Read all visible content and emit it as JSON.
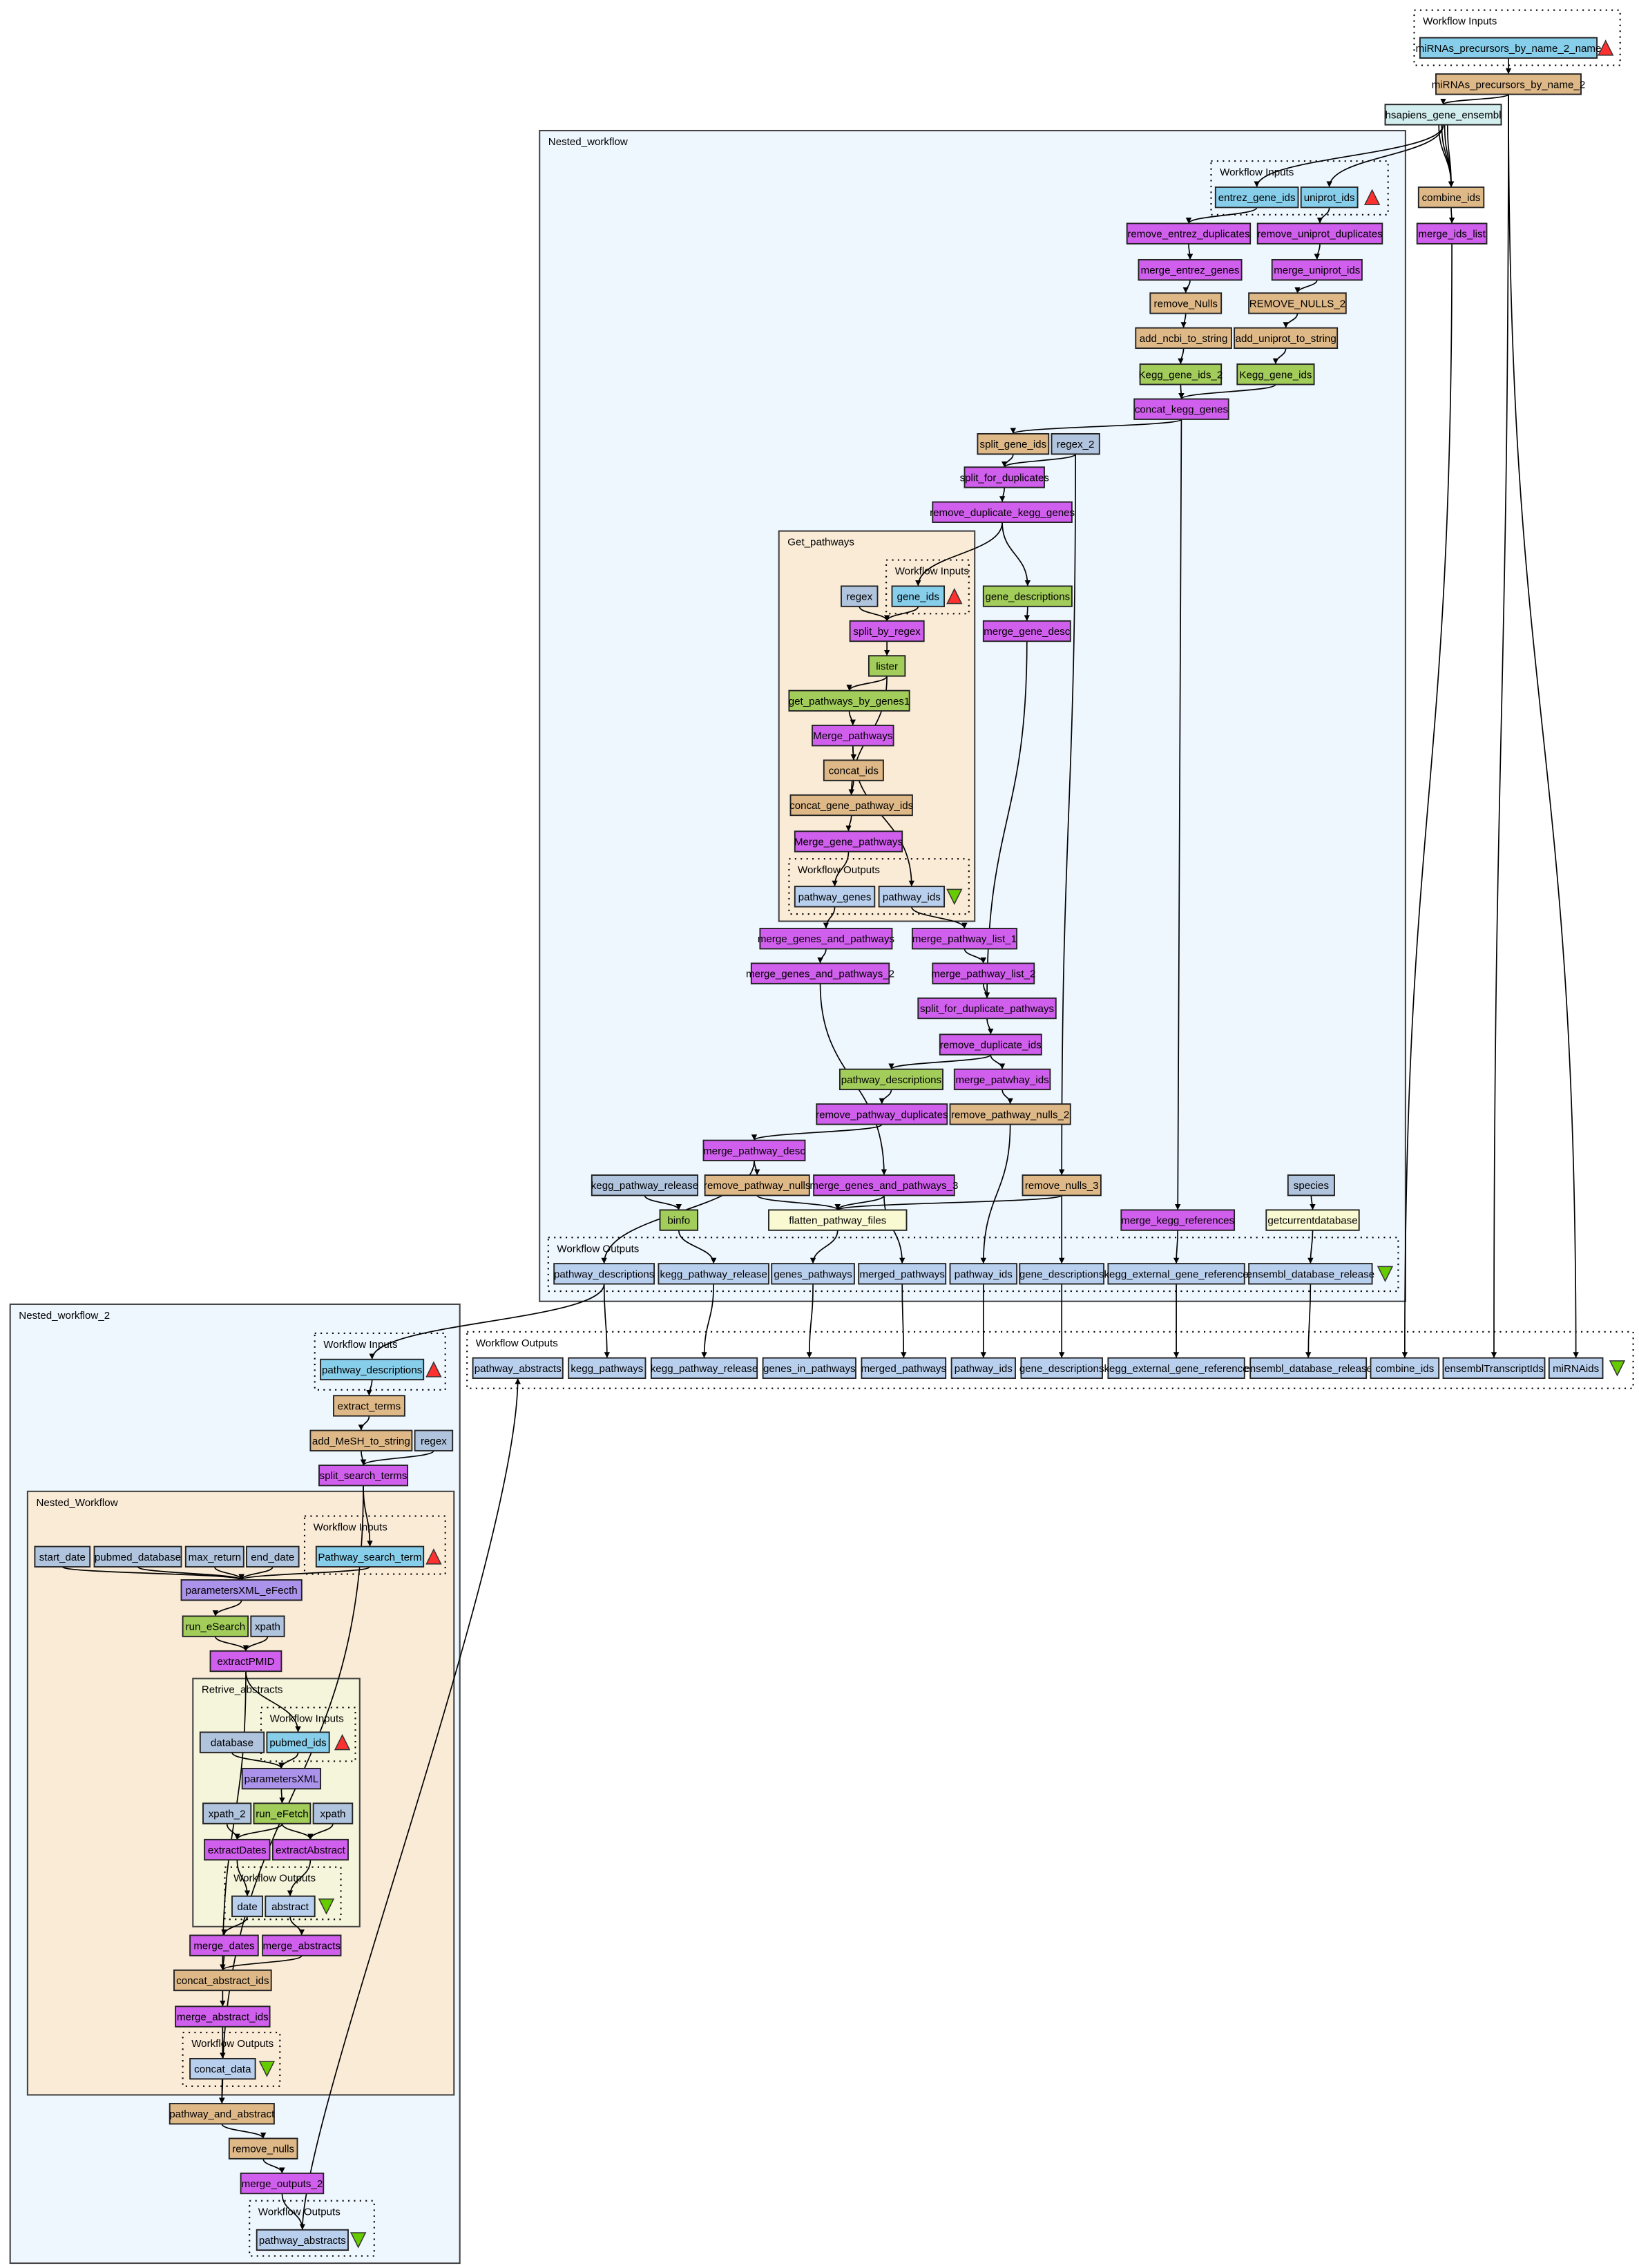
{
  "colors": {
    "input": "#87ceeb",
    "beanshell": "#deb887",
    "local": "#d15fee",
    "wsdl": "#a2cd5a",
    "constant": "#b0c4de",
    "output": "#b9cfee",
    "biomart": "#d2eeee",
    "rshell": "#fafad2",
    "xmlsplit": "#ab92ea",
    "nested_bg": "#eef6fe",
    "inner_bg": "#faebd7",
    "retrieve_bg": "#f5f5dc",
    "input_marker": "#ff3030",
    "output_marker": "#66cc00"
  },
  "clusters": [
    {
      "id": "top_in",
      "label": "Workflow Inputs"
    },
    {
      "id": "nw",
      "label": "Nested_workflow"
    },
    {
      "id": "nw_in",
      "label": "Workflow Inputs"
    },
    {
      "id": "gp",
      "label": "Get_pathways"
    },
    {
      "id": "gp_in",
      "label": "Workflow Inputs"
    },
    {
      "id": "gp_out",
      "label": "Workflow Outputs"
    },
    {
      "id": "nw_out",
      "label": "Workflow Outputs"
    },
    {
      "id": "top_out",
      "label": "Workflow Outputs"
    },
    {
      "id": "nw2",
      "label": "Nested_workflow_2"
    },
    {
      "id": "nw2_in",
      "label": "Workflow Inputs"
    },
    {
      "id": "nwf",
      "label": "Nested_Workflow"
    },
    {
      "id": "nwf_in",
      "label": "Workflow Inputs"
    },
    {
      "id": "ra",
      "label": "Retrive_abstracts"
    },
    {
      "id": "ra_in",
      "label": "Workflow Inputs"
    },
    {
      "id": "ra_out",
      "label": "Workflow Outputs"
    },
    {
      "id": "nwf_out",
      "label": "Workflow Outputs"
    },
    {
      "id": "nw2_out",
      "label": "Workflow Outputs"
    }
  ],
  "nodes": [
    {
      "id": "mirna_name",
      "label": "miRNAs_precursors_by_name_2_name",
      "kind": "input"
    },
    {
      "id": "mirna",
      "label": "miRNAs_precursors_by_name_2",
      "kind": "beanshell"
    },
    {
      "id": "hsap",
      "label": "hsapiens_gene_ensembl",
      "kind": "biomart"
    },
    {
      "id": "entrez",
      "label": "entrez_gene_ids",
      "kind": "input"
    },
    {
      "id": "uniprot",
      "label": "uniprot_ids",
      "kind": "input"
    },
    {
      "id": "combine",
      "label": "combine_ids",
      "kind": "beanshell"
    },
    {
      "id": "red",
      "label": "remove_entrez_duplicates",
      "kind": "local"
    },
    {
      "id": "rud",
      "label": "remove_uniprot_duplicates",
      "kind": "local"
    },
    {
      "id": "mil",
      "label": "merge_ids_list",
      "kind": "local"
    },
    {
      "id": "meg",
      "label": "merge_entrez_genes",
      "kind": "local"
    },
    {
      "id": "mui",
      "label": "merge_uniprot_ids",
      "kind": "local"
    },
    {
      "id": "rn",
      "label": "remove_Nulls",
      "kind": "beanshell"
    },
    {
      "id": "rn2",
      "label": "REMOVE_NULLS_2",
      "kind": "beanshell"
    },
    {
      "id": "ancbi",
      "label": "add_ncbi_to_string",
      "kind": "beanshell"
    },
    {
      "id": "auni",
      "label": "add_uniprot_to_string",
      "kind": "beanshell"
    },
    {
      "id": "kgi2",
      "label": "Kegg_gene_ids_2",
      "kind": "wsdl"
    },
    {
      "id": "kgi",
      "label": "Kegg_gene_ids",
      "kind": "wsdl"
    },
    {
      "id": "ckg",
      "label": "concat_kegg_genes",
      "kind": "local"
    },
    {
      "id": "sgi",
      "label": "split_gene_ids",
      "kind": "beanshell"
    },
    {
      "id": "regex2",
      "label": "regex_2",
      "kind": "constant"
    },
    {
      "id": "sfd",
      "label": "split_for_duplicates",
      "kind": "local"
    },
    {
      "id": "rdkg",
      "label": "remove_duplicate_kegg_genes",
      "kind": "local"
    },
    {
      "id": "regex_gp",
      "label": "regex",
      "kind": "constant"
    },
    {
      "id": "gene_ids",
      "label": "gene_ids",
      "kind": "input"
    },
    {
      "id": "gdesc",
      "label": "gene_descriptions",
      "kind": "wsdl"
    },
    {
      "id": "sbr",
      "label": "split_by_regex",
      "kind": "local"
    },
    {
      "id": "mgd",
      "label": "merge_gene_desc",
      "kind": "local"
    },
    {
      "id": "lister",
      "label": "lister",
      "kind": "wsdl"
    },
    {
      "id": "gpbg",
      "label": "get_pathways_by_genes1",
      "kind": "wsdl"
    },
    {
      "id": "mp",
      "label": "Merge_pathways",
      "kind": "local"
    },
    {
      "id": "cids",
      "label": "concat_ids",
      "kind": "beanshell"
    },
    {
      "id": "cgpi",
      "label": "concat_gene_pathway_ids",
      "kind": "beanshell"
    },
    {
      "id": "mgp",
      "label": "Merge_gene_pathways",
      "kind": "local"
    },
    {
      "id": "gp_pg",
      "label": "pathway_genes",
      "kind": "output"
    },
    {
      "id": "gp_pi",
      "label": "pathway_ids",
      "kind": "output"
    },
    {
      "id": "mgap",
      "label": "merge_genes_and_pathways",
      "kind": "local"
    },
    {
      "id": "mpl1",
      "label": "merge_pathway_list_1",
      "kind": "local"
    },
    {
      "id": "mgap2",
      "label": "merge_genes_and_pathways_2",
      "kind": "local"
    },
    {
      "id": "mpl2",
      "label": "merge_pathway_list_2",
      "kind": "local"
    },
    {
      "id": "sfdp",
      "label": "split_for_duplicate_pathways",
      "kind": "local"
    },
    {
      "id": "rdi",
      "label": "remove_duplicate_ids",
      "kind": "local"
    },
    {
      "id": "pdesc",
      "label": "pathway_descriptions",
      "kind": "wsdl"
    },
    {
      "id": "mpi",
      "label": "merge_patwhay_ids",
      "kind": "local"
    },
    {
      "id": "rpd",
      "label": "remove_pathway_duplicates",
      "kind": "local"
    },
    {
      "id": "rpn2",
      "label": "remove_pathway_nulls_2",
      "kind": "beanshell"
    },
    {
      "id": "mpd",
      "label": "merge_pathway_desc",
      "kind": "local"
    },
    {
      "id": "kpr",
      "label": "kegg_pathway_release",
      "kind": "constant"
    },
    {
      "id": "rpn",
      "label": "remove_pathway_nulls",
      "kind": "beanshell"
    },
    {
      "id": "mgap3",
      "label": "merge_genes_and_pathways_3",
      "kind": "local"
    },
    {
      "id": "rn3",
      "label": "remove_nulls_3",
      "kind": "beanshell"
    },
    {
      "id": "species",
      "label": "species",
      "kind": "constant"
    },
    {
      "id": "binfo",
      "label": "binfo",
      "kind": "wsdl"
    },
    {
      "id": "fpf",
      "label": "flatten_pathway_files",
      "kind": "rshell"
    },
    {
      "id": "mkr",
      "label": "merge_kegg_references",
      "kind": "local"
    },
    {
      "id": "gcd",
      "label": "getcurrentdatabase",
      "kind": "rshell"
    },
    {
      "id": "no_pd",
      "label": "pathway_descriptions",
      "kind": "output"
    },
    {
      "id": "no_kpr",
      "label": "kegg_pathway_release",
      "kind": "output"
    },
    {
      "id": "no_gp",
      "label": "genes_pathways",
      "kind": "output"
    },
    {
      "id": "no_mp",
      "label": "merged_pathways",
      "kind": "output"
    },
    {
      "id": "no_pi",
      "label": "pathway_ids",
      "kind": "output"
    },
    {
      "id": "no_gd",
      "label": "gene_descriptions",
      "kind": "output"
    },
    {
      "id": "no_ker",
      "label": "kegg_external_gene_reference",
      "kind": "output"
    },
    {
      "id": "no_edr",
      "label": "ensembl_database_release",
      "kind": "output"
    },
    {
      "id": "to_pa",
      "label": "pathway_abstracts",
      "kind": "output"
    },
    {
      "id": "to_kp",
      "label": "kegg_pathways",
      "kind": "output"
    },
    {
      "id": "to_kpr",
      "label": "kegg_pathway_release",
      "kind": "output"
    },
    {
      "id": "to_gip",
      "label": "genes_in_pathways",
      "kind": "output"
    },
    {
      "id": "to_mp",
      "label": "merged_pathways",
      "kind": "output"
    },
    {
      "id": "to_pi",
      "label": "pathway_ids",
      "kind": "output"
    },
    {
      "id": "to_gd",
      "label": "gene_descriptions",
      "kind": "output"
    },
    {
      "id": "to_ker",
      "label": "kegg_external_gene_reference",
      "kind": "output"
    },
    {
      "id": "to_edr",
      "label": "ensembl_database_release",
      "kind": "output"
    },
    {
      "id": "to_ci",
      "label": "combine_ids",
      "kind": "output"
    },
    {
      "id": "to_eti",
      "label": "ensemblTranscriptIds",
      "kind": "output"
    },
    {
      "id": "to_mi",
      "label": "miRNAids",
      "kind": "output"
    },
    {
      "id": "n2_pd",
      "label": "pathway_descriptions",
      "kind": "input"
    },
    {
      "id": "et",
      "label": "extract_terms",
      "kind": "beanshell"
    },
    {
      "id": "ames",
      "label": "add_MeSH_to_string",
      "kind": "beanshell"
    },
    {
      "id": "regex_n2",
      "label": "regex",
      "kind": "constant"
    },
    {
      "id": "sst",
      "label": "split_search_terms",
      "kind": "local"
    },
    {
      "id": "pst",
      "label": "Pathway_search_term",
      "kind": "input"
    },
    {
      "id": "sd",
      "label": "start_date",
      "kind": "constant"
    },
    {
      "id": "pdb",
      "label": "pubmed_database",
      "kind": "constant"
    },
    {
      "id": "mr",
      "label": "max_return",
      "kind": "constant"
    },
    {
      "id": "ed",
      "label": "end_date",
      "kind": "constant"
    },
    {
      "id": "pxe",
      "label": "parametersXML_eFecth",
      "kind": "xmlsplit"
    },
    {
      "id": "res",
      "label": "run_eSearch",
      "kind": "wsdl"
    },
    {
      "id": "xp1",
      "label": "xpath",
      "kind": "constant"
    },
    {
      "id": "epmid",
      "label": "extractPMID",
      "kind": "local"
    },
    {
      "id": "db",
      "label": "database",
      "kind": "constant"
    },
    {
      "id": "pmids",
      "label": "pubmed_ids",
      "kind": "input"
    },
    {
      "id": "px",
      "label": "parametersXML",
      "kind": "xmlsplit"
    },
    {
      "id": "xp2",
      "label": "xpath_2",
      "kind": "constant"
    },
    {
      "id": "ref",
      "label": "run_eFetch",
      "kind": "wsdl"
    },
    {
      "id": "xp3",
      "label": "xpath",
      "kind": "constant"
    },
    {
      "id": "edates",
      "label": "extractDates",
      "kind": "local"
    },
    {
      "id": "eabs",
      "label": "extractAbstract",
      "kind": "local"
    },
    {
      "id": "date",
      "label": "date",
      "kind": "output"
    },
    {
      "id": "abstract",
      "label": "abstract",
      "kind": "output"
    },
    {
      "id": "mdates",
      "label": "merge_dates",
      "kind": "local"
    },
    {
      "id": "mabs",
      "label": "merge_abstracts",
      "kind": "local"
    },
    {
      "id": "cai",
      "label": "concat_abstract_ids",
      "kind": "beanshell"
    },
    {
      "id": "mai",
      "label": "merge_abstract_ids",
      "kind": "local"
    },
    {
      "id": "cdata",
      "label": "concat_data",
      "kind": "output"
    },
    {
      "id": "paa",
      "label": "pathway_and_abstract",
      "kind": "beanshell"
    },
    {
      "id": "rnulls",
      "label": "remove_nulls",
      "kind": "beanshell"
    },
    {
      "id": "mo2",
      "label": "merge_outputs_2",
      "kind": "local"
    },
    {
      "id": "n2_pa",
      "label": "pathway_abstracts",
      "kind": "output"
    }
  ],
  "edges": [
    [
      "mirna_name",
      "mirna"
    ],
    [
      "mirna",
      "hsap"
    ],
    [
      "mirna",
      "to_eti"
    ],
    [
      "mirna",
      "to_mi"
    ],
    [
      "hsap",
      "entrez"
    ],
    [
      "hsap",
      "uniprot"
    ],
    [
      "hsap",
      "combine"
    ],
    [
      "hsap",
      "combine"
    ],
    [
      "hsap",
      "combine"
    ],
    [
      "hsap",
      "combine"
    ],
    [
      "entrez",
      "red"
    ],
    [
      "uniprot",
      "rud"
    ],
    [
      "combine",
      "mil"
    ],
    [
      "mil",
      "to_ci"
    ],
    [
      "red",
      "meg"
    ],
    [
      "meg",
      "rn"
    ],
    [
      "rn",
      "ancbi"
    ],
    [
      "ancbi",
      "kgi2"
    ],
    [
      "kgi2",
      "ckg"
    ],
    [
      "rud",
      "mui"
    ],
    [
      "mui",
      "rn2"
    ],
    [
      "rn2",
      "auni"
    ],
    [
      "auni",
      "kgi"
    ],
    [
      "kgi",
      "ckg"
    ],
    [
      "ckg",
      "sgi"
    ],
    [
      "ckg",
      "mkr"
    ],
    [
      "sgi",
      "sfd"
    ],
    [
      "regex2",
      "sfd"
    ],
    [
      "regex2",
      "rn3"
    ],
    [
      "sfd",
      "rdkg"
    ],
    [
      "rdkg",
      "gene_ids"
    ],
    [
      "rdkg",
      "gdesc"
    ],
    [
      "gdesc",
      "mgd"
    ],
    [
      "mgd",
      "sfdp"
    ],
    [
      "regex_gp",
      "sbr"
    ],
    [
      "gene_ids",
      "sbr"
    ],
    [
      "sbr",
      "lister"
    ],
    [
      "lister",
      "gpbg"
    ],
    [
      "lister",
      "cgpi"
    ],
    [
      "gpbg",
      "mp"
    ],
    [
      "mp",
      "cids"
    ],
    [
      "mp",
      "gp_pi"
    ],
    [
      "cids",
      "cgpi"
    ],
    [
      "cgpi",
      "mgp"
    ],
    [
      "mgp",
      "gp_pg"
    ],
    [
      "gp_pg",
      "mgap"
    ],
    [
      "gp_pi",
      "mpl1"
    ],
    [
      "mgap",
      "mgap2"
    ],
    [
      "mpl1",
      "mpl2"
    ],
    [
      "mpl2",
      "sfdp"
    ],
    [
      "sfdp",
      "rdi"
    ],
    [
      "rdi",
      "pdesc"
    ],
    [
      "rdi",
      "mpi"
    ],
    [
      "pdesc",
      "rpd"
    ],
    [
      "mpi",
      "rpn2"
    ],
    [
      "rpd",
      "mpd"
    ],
    [
      "mpd",
      "rpn"
    ],
    [
      "mpd",
      "no_pd"
    ],
    [
      "mgap2",
      "mgap3"
    ],
    [
      "kpr",
      "binfo"
    ],
    [
      "binfo",
      "no_kpr"
    ],
    [
      "rpn",
      "fpf"
    ],
    [
      "mgap3",
      "fpf"
    ],
    [
      "rn3",
      "fpf"
    ],
    [
      "fpf",
      "no_gp"
    ],
    [
      "mgap3",
      "no_mp"
    ],
    [
      "rpn2",
      "no_pi"
    ],
    [
      "rn3",
      "no_gd"
    ],
    [
      "mkr",
      "no_ker"
    ],
    [
      "species",
      "gcd"
    ],
    [
      "gcd",
      "no_edr"
    ],
    [
      "no_pd",
      "to_kp"
    ],
    [
      "no_kpr",
      "to_kpr"
    ],
    [
      "no_gp",
      "to_gip"
    ],
    [
      "no_mp",
      "to_mp"
    ],
    [
      "no_pi",
      "to_pi"
    ],
    [
      "no_gd",
      "to_gd"
    ],
    [
      "no_ker",
      "to_ker"
    ],
    [
      "no_edr",
      "to_edr"
    ],
    [
      "no_pd",
      "n2_pd"
    ],
    [
      "n2_pd",
      "et"
    ],
    [
      "et",
      "ames"
    ],
    [
      "ames",
      "sst"
    ],
    [
      "regex_n2",
      "sst"
    ],
    [
      "sst",
      "pst"
    ],
    [
      "sst",
      "paa"
    ],
    [
      "sd",
      "pxe"
    ],
    [
      "pdb",
      "pxe"
    ],
    [
      "mr",
      "pxe"
    ],
    [
      "ed",
      "pxe"
    ],
    [
      "pst",
      "pxe"
    ],
    [
      "pxe",
      "res"
    ],
    [
      "res",
      "epmid"
    ],
    [
      "xp1",
      "epmid"
    ],
    [
      "epmid",
      "pmids"
    ],
    [
      "epmid",
      "cai"
    ],
    [
      "db",
      "px"
    ],
    [
      "pmids",
      "px"
    ],
    [
      "px",
      "ref"
    ],
    [
      "xp2",
      "edates"
    ],
    [
      "ref",
      "edates"
    ],
    [
      "ref",
      "eabs"
    ],
    [
      "xp3",
      "eabs"
    ],
    [
      "edates",
      "date"
    ],
    [
      "eabs",
      "abstract"
    ],
    [
      "date",
      "mdates"
    ],
    [
      "abstract",
      "mabs"
    ],
    [
      "mdates",
      "cai"
    ],
    [
      "mabs",
      "cai"
    ],
    [
      "cai",
      "mai"
    ],
    [
      "mai",
      "cdata"
    ],
    [
      "cdata",
      "paa"
    ],
    [
      "paa",
      "rnulls"
    ],
    [
      "rnulls",
      "mo2"
    ],
    [
      "mo2",
      "n2_pa"
    ],
    [
      "n2_pa",
      "to_pa"
    ]
  ]
}
